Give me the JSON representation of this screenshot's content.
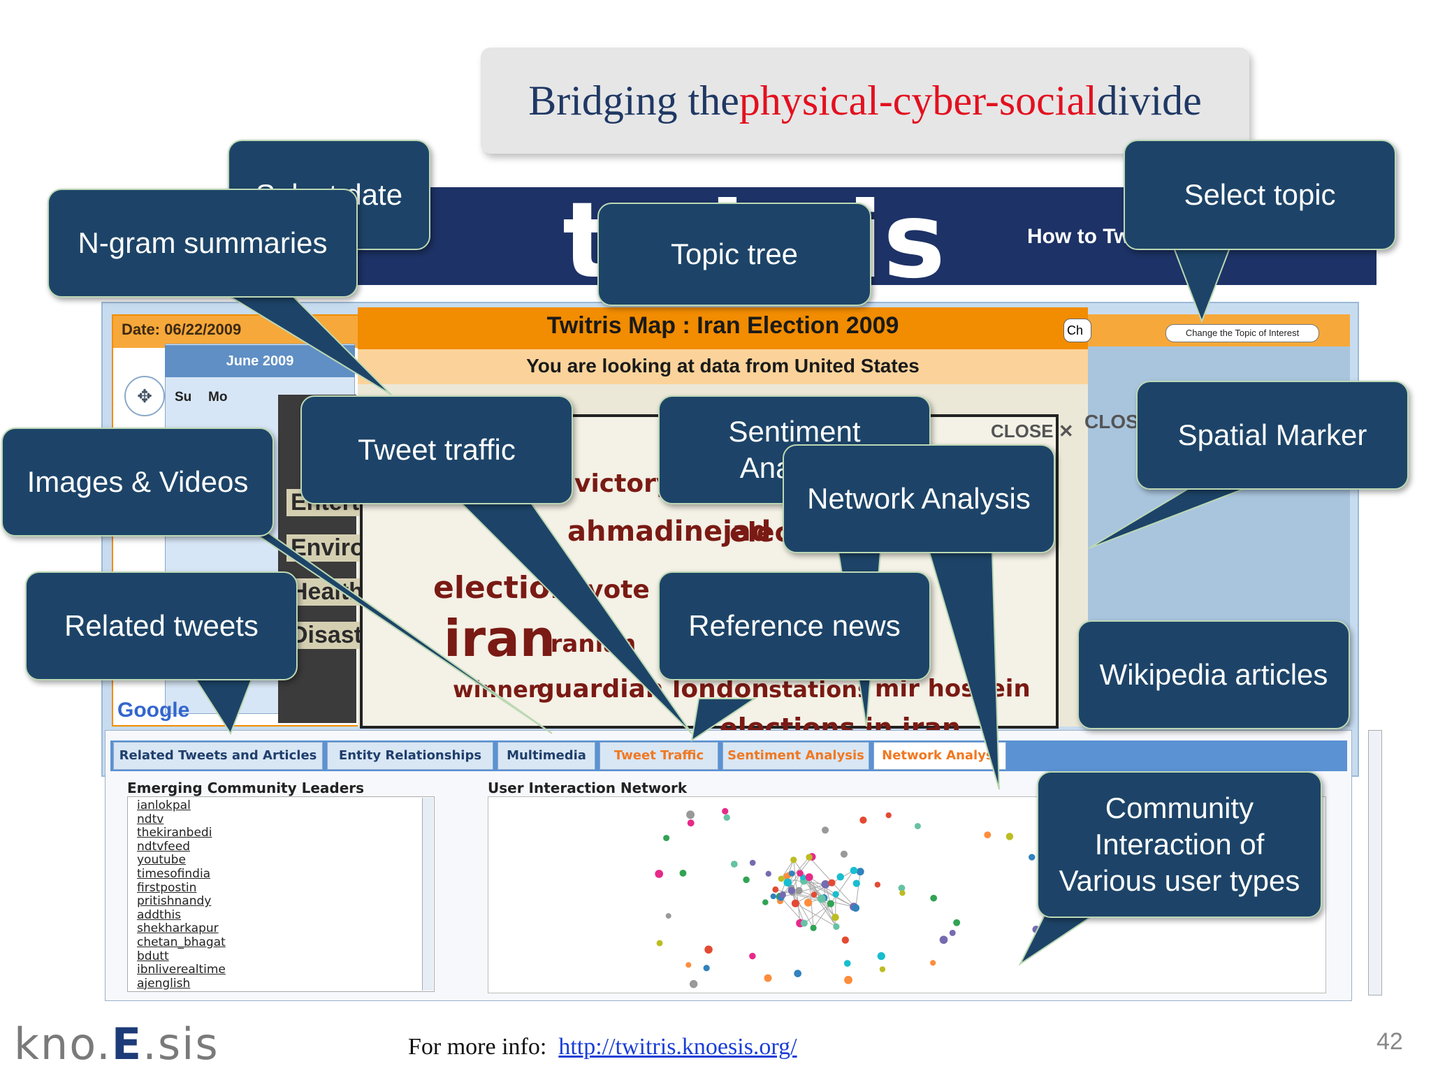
{
  "title": {
    "part1": "Bridging the ",
    "highlight": "physical-cyber-social",
    "part3": " divide"
  },
  "app": {
    "logo": "twitris",
    "how_to": "How to Tw",
    "map_title": "Twitris Map : Iran Election 2009",
    "map_subtitle": "You are looking at data from United States",
    "date_label": "Date: 06/22/2009",
    "calendar_month": "June 2009",
    "calendar_days": [
      "Su",
      "Mo"
    ],
    "ch_button": "Ch",
    "topic_button": "Change the Topic of Interest",
    "close_label": "CLOSE",
    "close_label2": "CLOS",
    "google": "Google",
    "topics": [
      "Enterta",
      "Enviro",
      "Health",
      "Disaste"
    ],
    "cloud_words": [
      "victory",
      "ahmadinejad",
      "election",
      "iran",
      "iranian",
      "winner",
      "guardian london",
      "stations",
      "mir hossein",
      "elections in iran",
      "vote",
      "electi"
    ]
  },
  "tabs": [
    {
      "label": "Related Tweets and Articles"
    },
    {
      "label": "Entity Relationships"
    },
    {
      "label": "Multimedia"
    },
    {
      "label": "Tweet Traffic"
    },
    {
      "label": "Sentiment Analysis"
    },
    {
      "label": "Network Analysi"
    }
  ],
  "bottom": {
    "leaders_title": "Emerging Community Leaders",
    "network_title": "User Interaction Network",
    "leaders": [
      "ianlokpal",
      "ndtv",
      "thekiranbedi",
      "ndtvfeed",
      "youtube",
      "timesofindia",
      "firstpostin",
      "pritishnandy",
      "addthis",
      "shekharkapur",
      "chetan_bhagat",
      "bdutt",
      "ibnliverealtime",
      "ajenglish"
    ]
  },
  "callouts": {
    "select_date": "Select date",
    "ngram": "N-gram summaries",
    "topic_tree": "Topic tree",
    "select_topic": "Select topic",
    "tweet_traffic": "Tweet traffic",
    "sentiment": "Sentiment Analysis",
    "network": "Network Analysis",
    "spatial": "Spatial Marker",
    "images_videos": "Images & Videos",
    "related_tweets": "Related tweets",
    "reference_news": "Reference news",
    "wikipedia": "Wikipedia articles",
    "community": "Community Interaction of Various user types"
  },
  "footer": {
    "logo_left": "kno.",
    "logo_e": "E",
    "logo_right": ".sis",
    "info_label": "For more info:",
    "info_link": "http://twitris.knoesis.org/",
    "page": "42"
  }
}
